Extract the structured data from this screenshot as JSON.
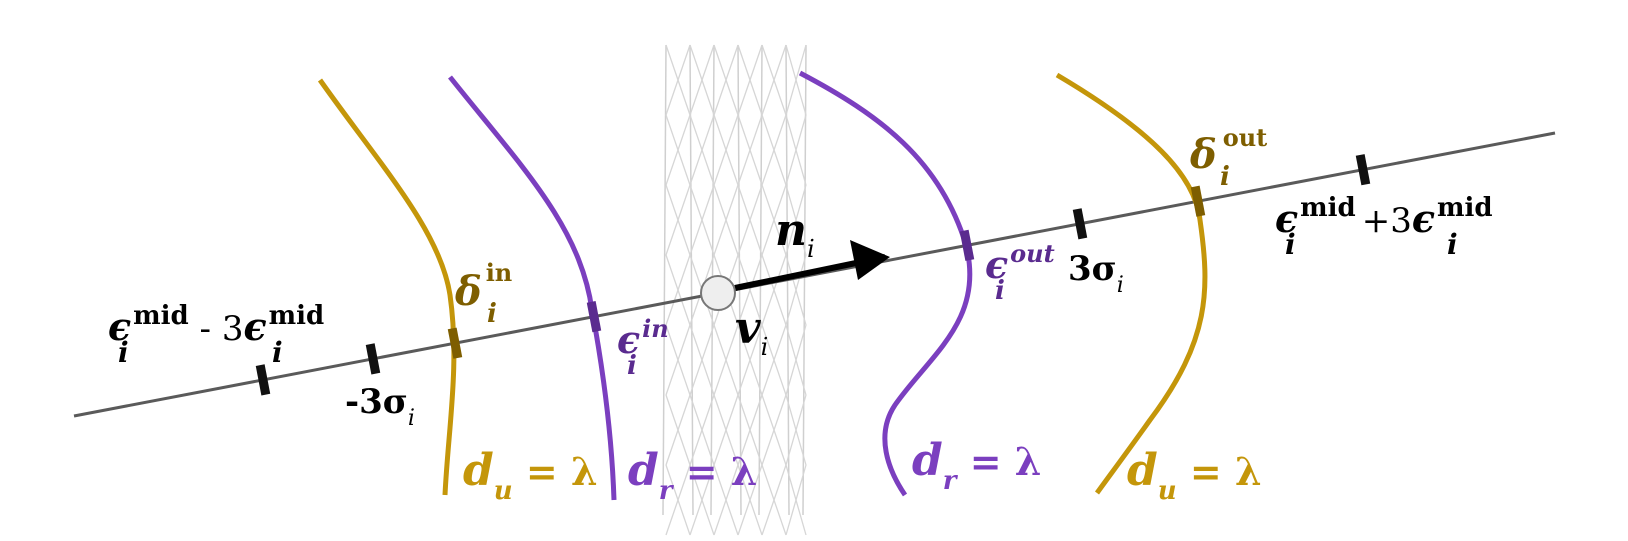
{
  "colors": {
    "axis": "#5a5a5a",
    "tick": "#111111",
    "gold": "#c4960a",
    "gold_dark": "#7e5e00",
    "purple": "#7b3fbf",
    "purple_dark": "#5a2b8f",
    "arrow": "#000000",
    "mesh": "#c8c8c8"
  },
  "labels": {
    "eps_mid_minus": {
      "eps": "ϵ",
      "sub": "i",
      "sup": "mid",
      "op": " - 3",
      "eps2": "ϵ",
      "sub2": "i",
      "sup2": "mid"
    },
    "minus_three_sigma": {
      "text": "-3σ",
      "sub": "i"
    },
    "delta_in": {
      "sym": "δ",
      "sub": "i",
      "sup": "in"
    },
    "eps_in": {
      "sym": "ϵ",
      "sub": "i",
      "sup": "in"
    },
    "n_i": {
      "sym": "n",
      "sub": "i"
    },
    "v_i": {
      "sym": "v",
      "sub": "i"
    },
    "eps_out": {
      "sym": "ϵ",
      "sub": "i",
      "sup": "out"
    },
    "three_sigma": {
      "text": "3σ",
      "sub": "i"
    },
    "delta_out": {
      "sym": "δ",
      "sub": "i",
      "sup": "out"
    },
    "eps_mid_plus": {
      "eps": "ϵ",
      "sub": "i",
      "sup": "mid",
      "op": "+3",
      "eps2": "ϵ",
      "sub2": "i",
      "sup2": "mid"
    },
    "du_left": {
      "d": "d",
      "sub": "u",
      "rest": " = λ"
    },
    "dr_left": {
      "d": "d",
      "sub": "r",
      "rest": " = λ"
    },
    "dr_right": {
      "d": "d",
      "sub": "r",
      "rest": " = λ"
    },
    "du_right": {
      "d": "d",
      "sub": "u",
      "rest": " = λ"
    }
  }
}
